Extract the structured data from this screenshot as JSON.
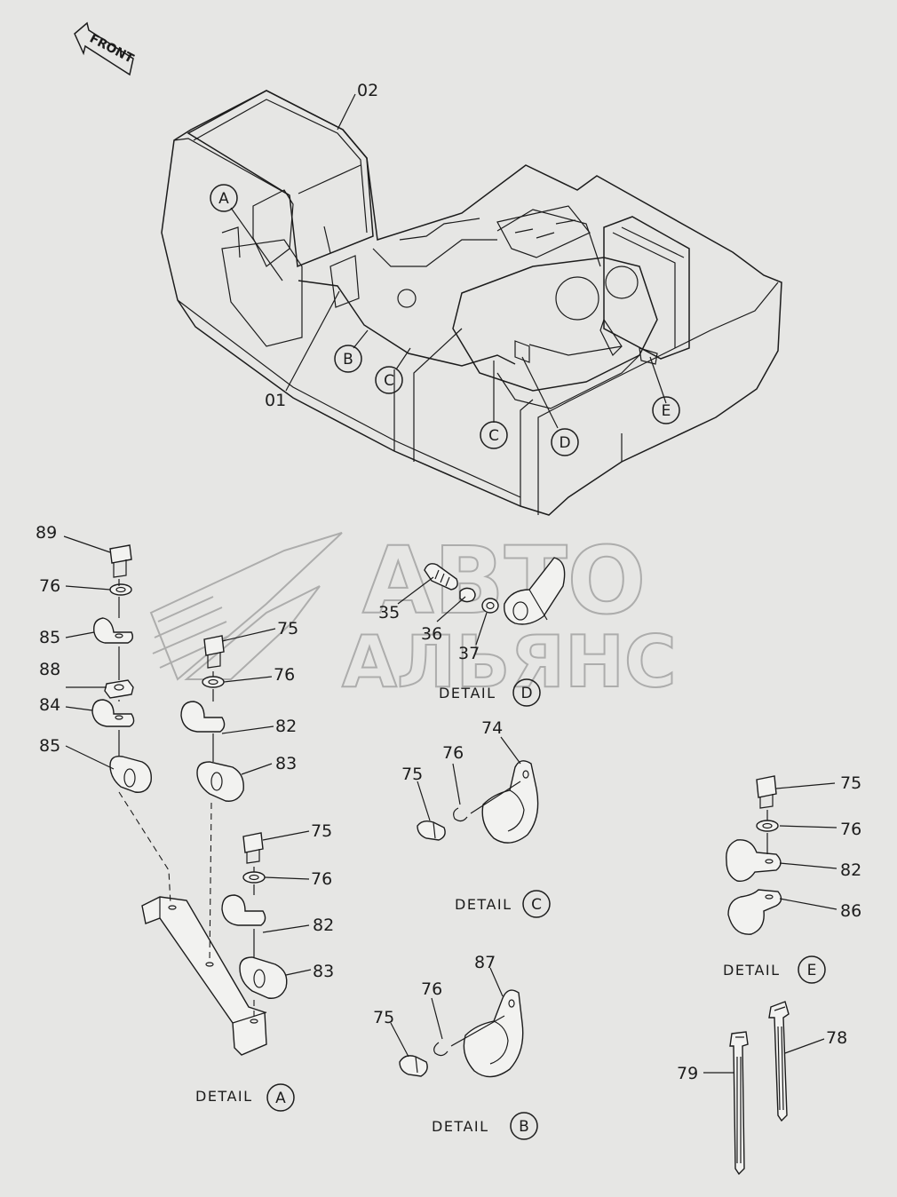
{
  "front_label": "FRONT",
  "top_labels": {
    "p02": "02",
    "p01": "01",
    "a": "A",
    "b": "B",
    "c1": "C",
    "c2": "C",
    "d": "D",
    "e": "E"
  },
  "detail_a": {
    "caption": "DETAIL",
    "letter": "A",
    "parts": [
      "89",
      "76",
      "85",
      "88",
      "84",
      "85",
      "75",
      "76",
      "82",
      "83",
      "75",
      "76",
      "82",
      "83"
    ]
  },
  "detail_b": {
    "caption": "DETAIL",
    "letter": "B",
    "parts": [
      "87",
      "76",
      "75"
    ]
  },
  "detail_c": {
    "caption": "DETAIL",
    "letter": "C",
    "parts": [
      "74",
      "76",
      "75"
    ]
  },
  "detail_d": {
    "caption": "DETAIL",
    "letter": "D",
    "parts": [
      "35",
      "36",
      "37"
    ]
  },
  "detail_e": {
    "caption": "DETAIL",
    "letter": "E",
    "parts": [
      "75",
      "76",
      "82",
      "86"
    ]
  },
  "ties": [
    "79",
    "78"
  ],
  "watermark": {
    "line1": "АВТО",
    "line2": "АЛЬЯНС"
  }
}
